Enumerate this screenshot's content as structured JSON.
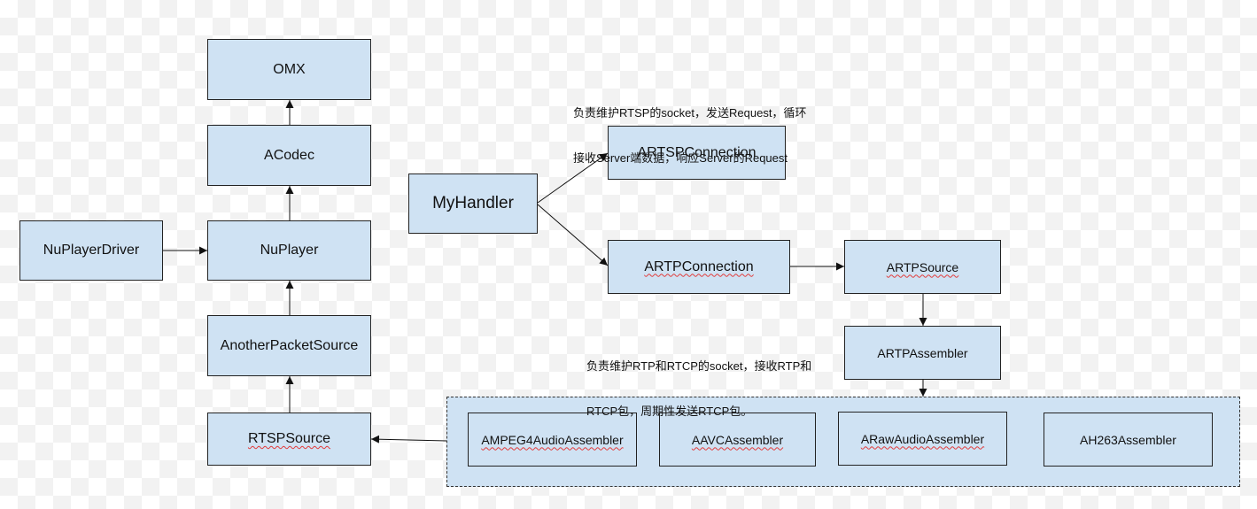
{
  "nodes": {
    "omx": "OMX",
    "acodec": "ACodec",
    "nuplayer": "NuPlayer",
    "nuplayer_driver": "NuPlayerDriver",
    "another_packet_source": "AnotherPacketSource",
    "rtsp_source": "RTSPSource",
    "my_handler": "MyHandler",
    "artsp_connection": "ARTSPConnection",
    "artp_connection": "ARTPConnection",
    "artp_source": "ARTPSource",
    "artp_assembler": "ARTPAssembler",
    "ampeg4_audio_assembler": "AMPEG4AudioAssembler",
    "aavc_assembler": "AAVCAssembler",
    "araw_audio_assembler": "ARawAudioAssembler",
    "ah263_assembler": "AH263Assembler"
  },
  "notes": {
    "rtsp_note_line1": "负责维护RTSP的socket，发送Request，循环",
    "rtsp_note_line2": "接收Server端数据，响应Server的Request",
    "rtp_note_line1": "负责维护RTP和RTCP的socket，接收RTP和",
    "rtp_note_line2": "RTCP包，周期性发送RTCP包。"
  },
  "colors": {
    "node_fill": "#cfe2f3",
    "border": "#222222",
    "spellcheck_underline": "#e23b3b"
  }
}
